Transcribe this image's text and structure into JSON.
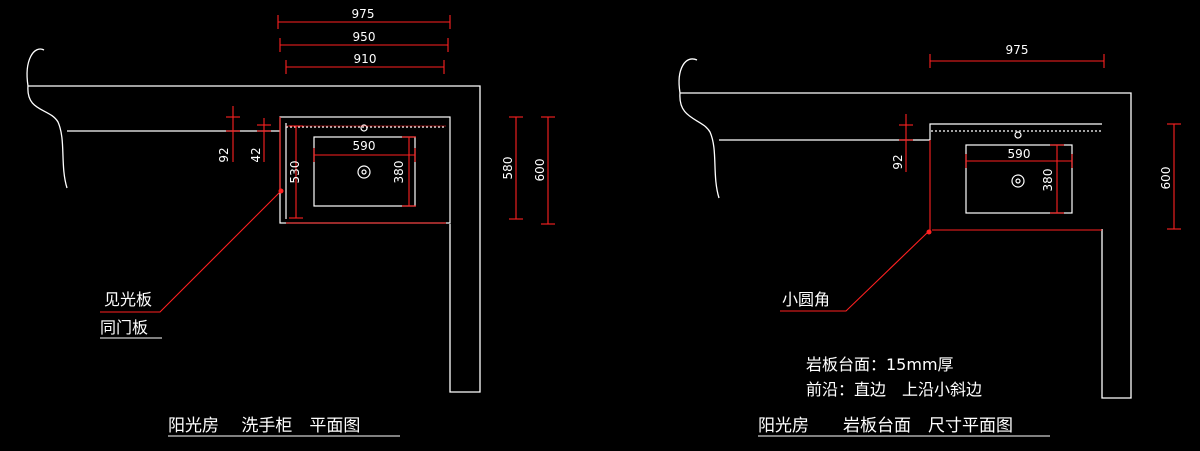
{
  "left": {
    "dims": {
      "d975": "975",
      "d950": "950",
      "d910": "910",
      "d92": "92",
      "d42": "42",
      "d530": "530",
      "d590": "590",
      "d380": "380",
      "d580": "580",
      "d600": "600"
    },
    "note_line1": "见光板",
    "note_line2": "同门板",
    "title": "阳光房　 洗手柜　平面图"
  },
  "right": {
    "dims": {
      "d975": "975",
      "d92": "92",
      "d590": "590",
      "d380": "380",
      "d600": "600"
    },
    "note": "小圆角",
    "spec_line1": "岩板台面：15mm厚",
    "spec_line2": "前沿：直边　上沿小斜边",
    "title": "阳光房　　岩板台面　尺寸平面图"
  },
  "colors": {
    "line": "#ffffff",
    "dimension": "#ff2020"
  }
}
